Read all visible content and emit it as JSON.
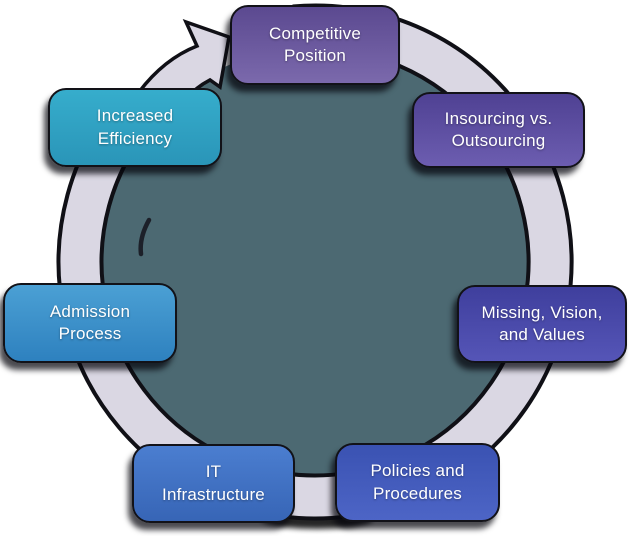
{
  "diagram": {
    "type": "cycle",
    "flow_direction": "clockwise",
    "colors": {
      "background": "#FFFFFF",
      "inner_disk": "#4C6972",
      "ring_fill": "#DAD7E3",
      "ring_outline": "#101016",
      "text": "#FFFFFF"
    },
    "arrow": {
      "name": "clockwise-flow-arrowhead",
      "points_to": "Competitive Position"
    },
    "nodes": [
      {
        "label": "Competitive Position",
        "lines": [
          "Competitive",
          "Position"
        ],
        "color_top": "#5B4990",
        "color_bottom": "#7B69AC"
      },
      {
        "label": "Insourcing vs. Outsourcing",
        "lines": [
          "Insourcing vs.",
          "Outsourcing"
        ],
        "color_top": "#4F4193",
        "color_bottom": "#6C5DB0"
      },
      {
        "label": "Missing, Vision, and Values",
        "lines": [
          "Missing, Vision,",
          "and Values"
        ],
        "color_top": "#3F3F9D",
        "color_bottom": "#5555B7"
      },
      {
        "label": "Policies and Procedures",
        "lines": [
          "Policies and",
          "Procedures"
        ],
        "color_top": "#3A52B2",
        "color_bottom": "#4D65C6"
      },
      {
        "label": "IT Infrastructure",
        "lines": [
          "IT",
          "Infrastructure"
        ],
        "color_top": "#4B7ED0",
        "color_bottom": "#3765B6"
      },
      {
        "label": "Admission Process",
        "lines": [
          "Admission",
          "Process"
        ],
        "color_top": "#4BA0D4",
        "color_bottom": "#2E81BF"
      },
      {
        "label": "Increased Efficiency",
        "lines": [
          "Increased",
          "Efficiency"
        ],
        "color_top": "#36ADCC",
        "color_bottom": "#2A95B8"
      }
    ]
  }
}
